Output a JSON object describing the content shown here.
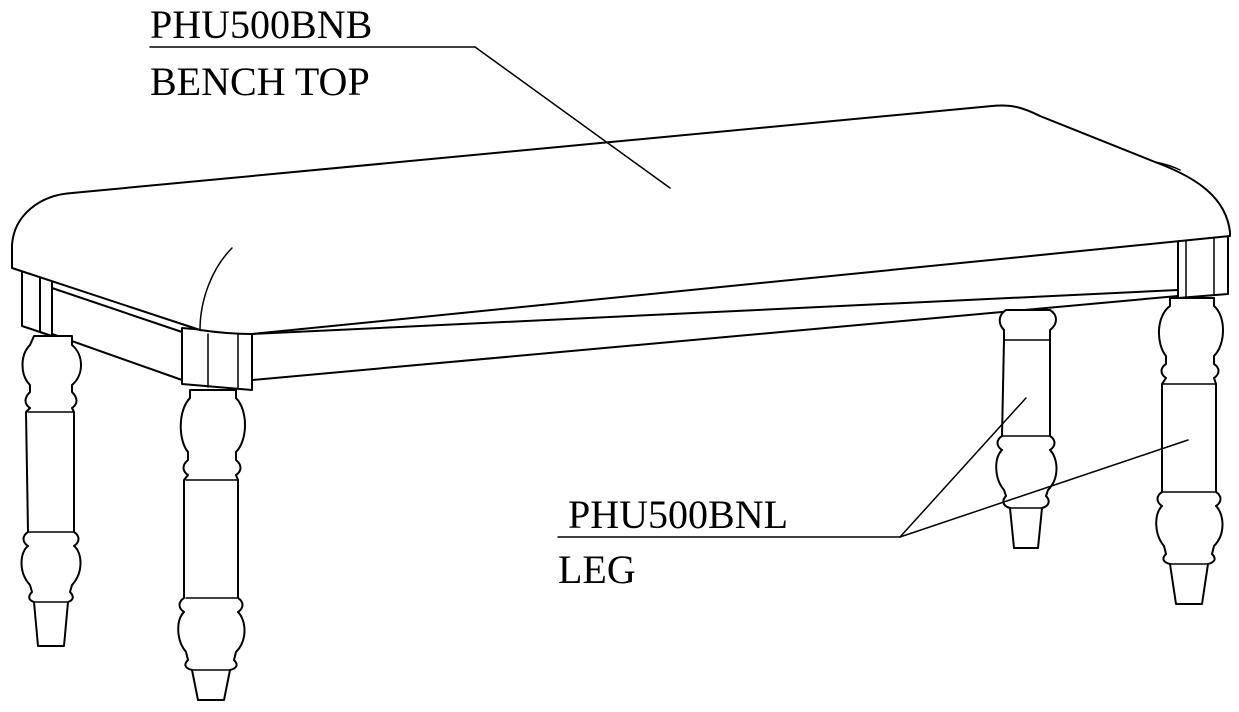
{
  "callouts": {
    "bench_top": {
      "part_number": "PHU500BNB",
      "part_name": "BENCH TOP"
    },
    "leg": {
      "part_number": "PHU500BNL",
      "part_name": "LEG"
    }
  },
  "colors": {
    "line": "#000000",
    "background": "#ffffff"
  }
}
